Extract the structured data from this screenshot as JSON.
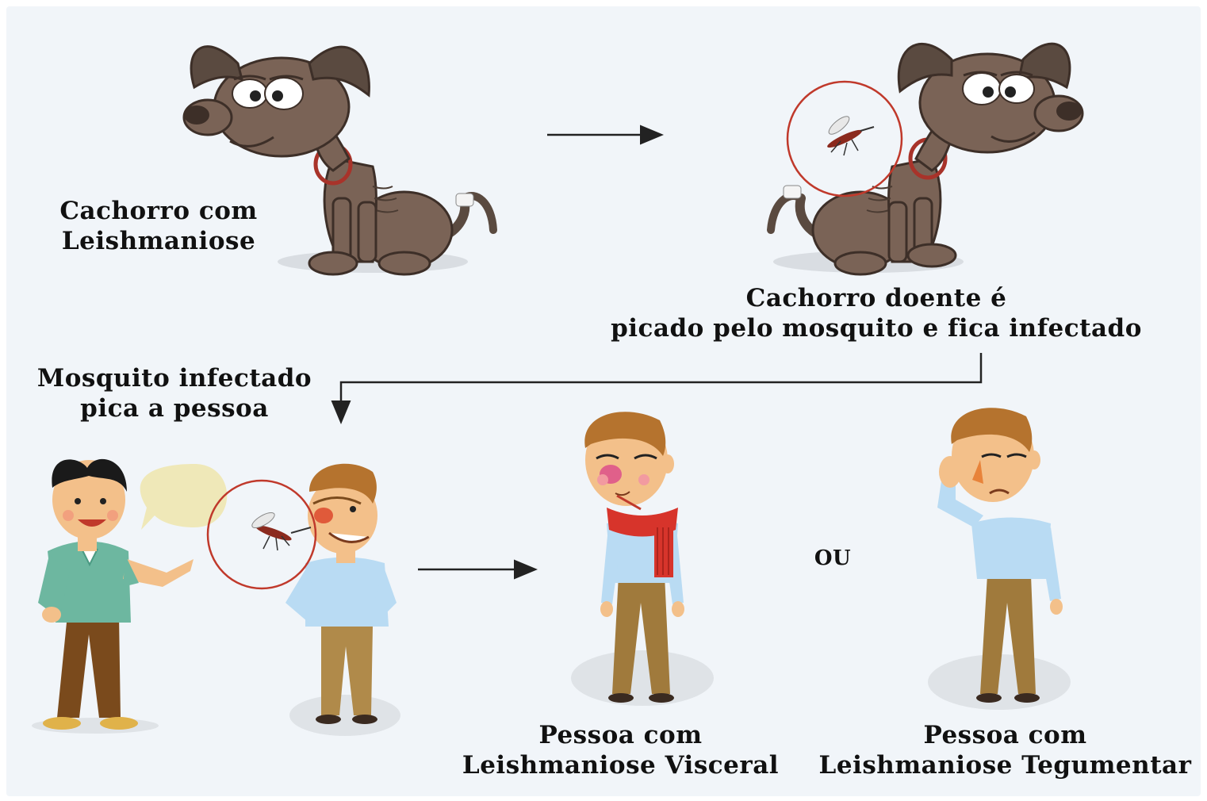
{
  "labels": {
    "sick_dog": [
      "Cachorro com",
      "Leishmaniose"
    ],
    "dog_bitten": [
      "Cachorro doente é",
      "picado pelo mosquito e fica infectado"
    ],
    "mosquito_bites_person": [
      "Mosquito infectado",
      "pica a pessoa"
    ],
    "visceral": [
      "Pessoa com",
      "Leishmaniose Visceral"
    ],
    "or": "OU",
    "tegumentar": [
      "Pessoa com",
      "Leishmaniose Tegumentar"
    ]
  },
  "colors": {
    "background": "#f1f5f9",
    "dog_fur": "#7a6356",
    "highlight_circle": "#c0392b",
    "mosquito": "#8b2a1e",
    "shirt_blue": "#b9dbf3",
    "pants_brown": "#a07a3c",
    "scarf_red": "#d7342b"
  },
  "icons": [
    "sick-dog-icon",
    "mosquito-icon",
    "talking-man-icon",
    "sick-man-icon",
    "thermometer-icon",
    "scarf-icon"
  ]
}
